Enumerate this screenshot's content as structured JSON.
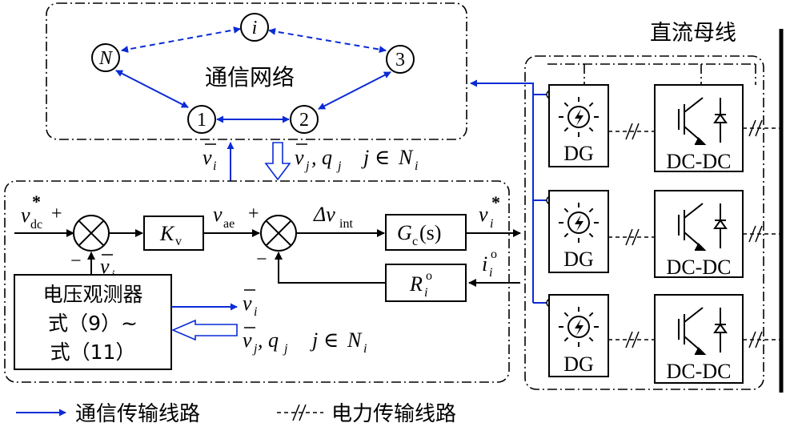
{
  "colors": {
    "comm": "#0a2bd6",
    "power": "#000000"
  },
  "network": {
    "title": "通信网络",
    "nodes": {
      "i": "i",
      "N": "N",
      "n3": "3",
      "n1": "1",
      "n2": "2"
    }
  },
  "bus_label": "直流母线",
  "signals": {
    "vbar_i": "v",
    "vbar_i_sub": "i",
    "vj": "v",
    "vj_sub": "j",
    "qj": ", q",
    "qj_sub": "j",
    "j_in": "j",
    "in_sym": "∈",
    "Ni": "N",
    "Ni_sub": "i"
  },
  "control": {
    "vdc": "v",
    "vdc_sub": "dc",
    "vdc_sup": "*",
    "plus1": "+",
    "minus1": "−",
    "Kv": "K",
    "Kv_sub": "v",
    "vae": "v",
    "vae_sub": "ae",
    "plus2": "+",
    "minus2": "−",
    "dvint": "Δv",
    "dvint_sub": "int",
    "Gc": "G",
    "Gc_sub": "c",
    "Gc_arg": "(s)",
    "vistar": "v",
    "vistar_sub": "i",
    "vistar_sup": "*",
    "Ri": "R",
    "Ri_sub": "i",
    "Ri_sup": "o",
    "iio": "i",
    "iio_sub": "i",
    "iio_sup": "o",
    "observer_line1": "电压观测器",
    "observer_line2": "式（9）~",
    "observer_line3": "式（11）"
  },
  "units": [
    {
      "dg": "DG",
      "conv": "DC-DC"
    },
    {
      "dg": "DG",
      "conv": "DC-DC"
    },
    {
      "dg": "DG",
      "conv": "DC-DC"
    }
  ],
  "legend": {
    "comm": "通信传输线路",
    "power": "电力传输线路"
  }
}
